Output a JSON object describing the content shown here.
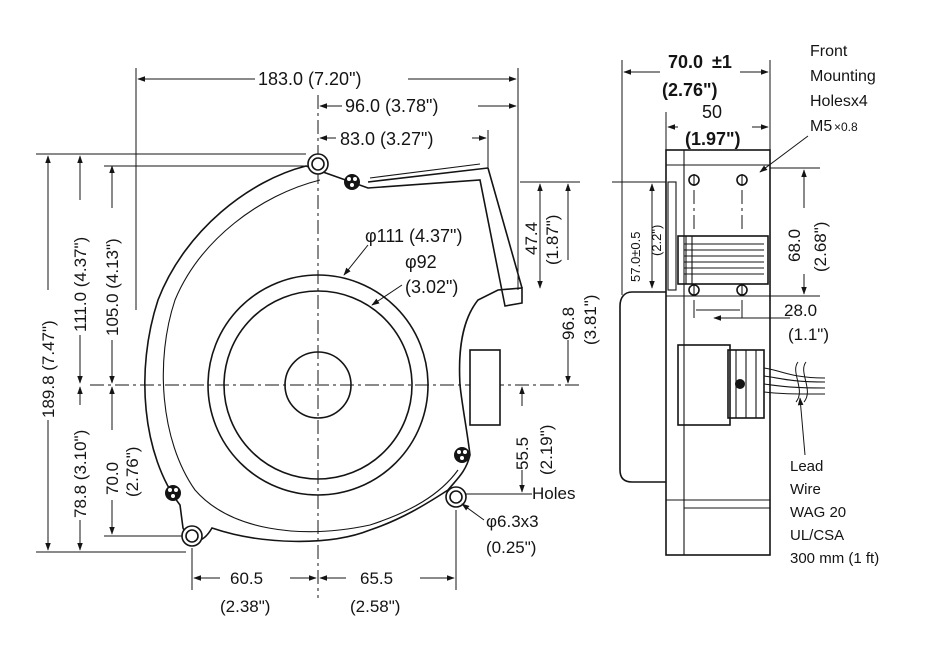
{
  "side_view": {
    "overall_width": "183.0 (7.20\")",
    "outlet_offset": "96.0 (3.78\")",
    "outlet_edge": "83.0 (3.27\")",
    "housing_dia": "φ111 (4.37\")",
    "inlet_dia": "φ92",
    "inlet_dia_inch": "(3.02\")",
    "outlet_h": "47.4",
    "outlet_h_inch": "(1.87\")",
    "outlet_to_center": "96.8",
    "outlet_to_center_inch": "(3.81\")",
    "center_to_hole": "55.5",
    "center_to_hole_inch": "(2.19\")",
    "hole_label": "Holes",
    "hole_spec": "φ6.3x3",
    "hole_spec_inch": "(0.25\")",
    "bottom_left": "60.5",
    "bottom_left_inch": "(2.38\")",
    "bottom_right": "65.5",
    "bottom_right_inch": "(2.58\")",
    "total_height": "189.8 (7.47\")",
    "top_to_center": "111.0 (4.37\")",
    "top_hole_to_center": "105.0 (4.13\")",
    "center_to_bottom": "78.8 (3.10\")",
    "center_to_left_hole": "70.0",
    "center_to_left_hole_inch": "(2.76\")"
  },
  "front_view": {
    "depth": "70.0",
    "depth_tol": "±1",
    "depth_inch": "(2.76\")",
    "mount_width": "50",
    "mount_width_inch": "(1.97\")",
    "mount_title_1": "Front",
    "mount_title_2": "Mounting",
    "mount_title_3": "Holesx4",
    "mount_thread": "M5",
    "mount_thread_pitch": "×0.8",
    "outlet_height": "57.0±0.5",
    "outlet_height_inch": "(2.2\")",
    "mount_height": "68.0",
    "mount_height_inch": "(2.68\")",
    "offset": "28.0",
    "offset_inch": "(1.1\")",
    "lead_1": "Lead",
    "lead_2": "Wire",
    "lead_3": "WAG 20",
    "lead_4": "UL/CSA",
    "lead_5": "300 mm (1 ft)"
  }
}
